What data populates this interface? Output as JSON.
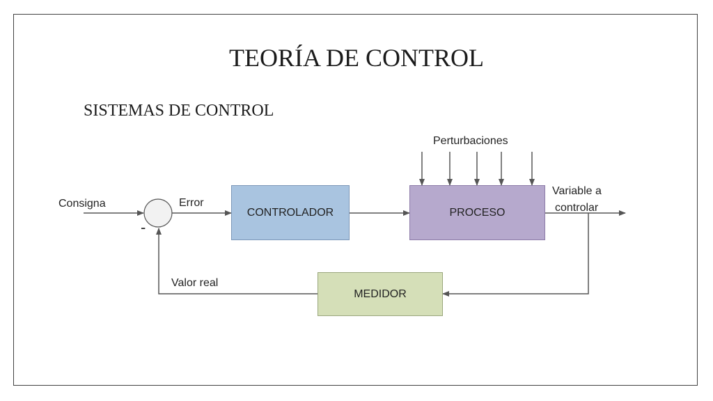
{
  "title": "TEORÍA DE CONTROL",
  "subtitle": "SISTEMAS DE CONTROL",
  "labels": {
    "consigna": "Consigna",
    "error": "Error",
    "minus": "-",
    "perturbaciones": "Perturbaciones",
    "variable_line1": "Variable a",
    "variable_line2": "controlar",
    "valor_real": "Valor real"
  },
  "blocks": {
    "controlador": "CONTROLADOR",
    "proceso": "PROCESO",
    "medidor": "MEDIDOR"
  },
  "colors": {
    "controlador_fill": "#a9c4e0",
    "controlador_border": "#7c97b8",
    "proceso_fill": "#b6a9cd",
    "proceso_border": "#8c7ba8",
    "medidor_fill": "#d5dfb8",
    "medidor_border": "#9aa77c",
    "line": "#555555"
  }
}
